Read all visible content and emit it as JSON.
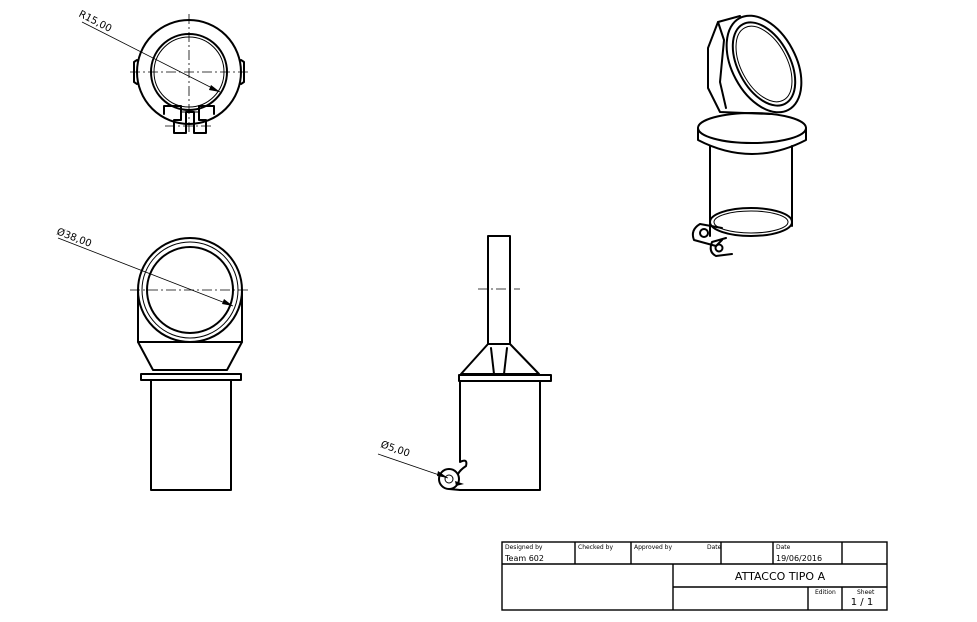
{
  "dimensions": {
    "top_radius": "R15,00",
    "front_diameter": "Ø38,00",
    "hole_diameter": "Ø5,00"
  },
  "title_block": {
    "designed_by_label": "Designed by",
    "designed_by_value": "Team 602",
    "checked_by_label": "Checked by",
    "approved_by_label": "Approved by",
    "date_label_1": "Date",
    "date_label_2": "Date",
    "date_value": "19/06/2016",
    "title": "ATTACCO TIPO A",
    "edition_label": "Edition",
    "sheet_label": "Sheet",
    "sheet_value": "1 / 1"
  }
}
